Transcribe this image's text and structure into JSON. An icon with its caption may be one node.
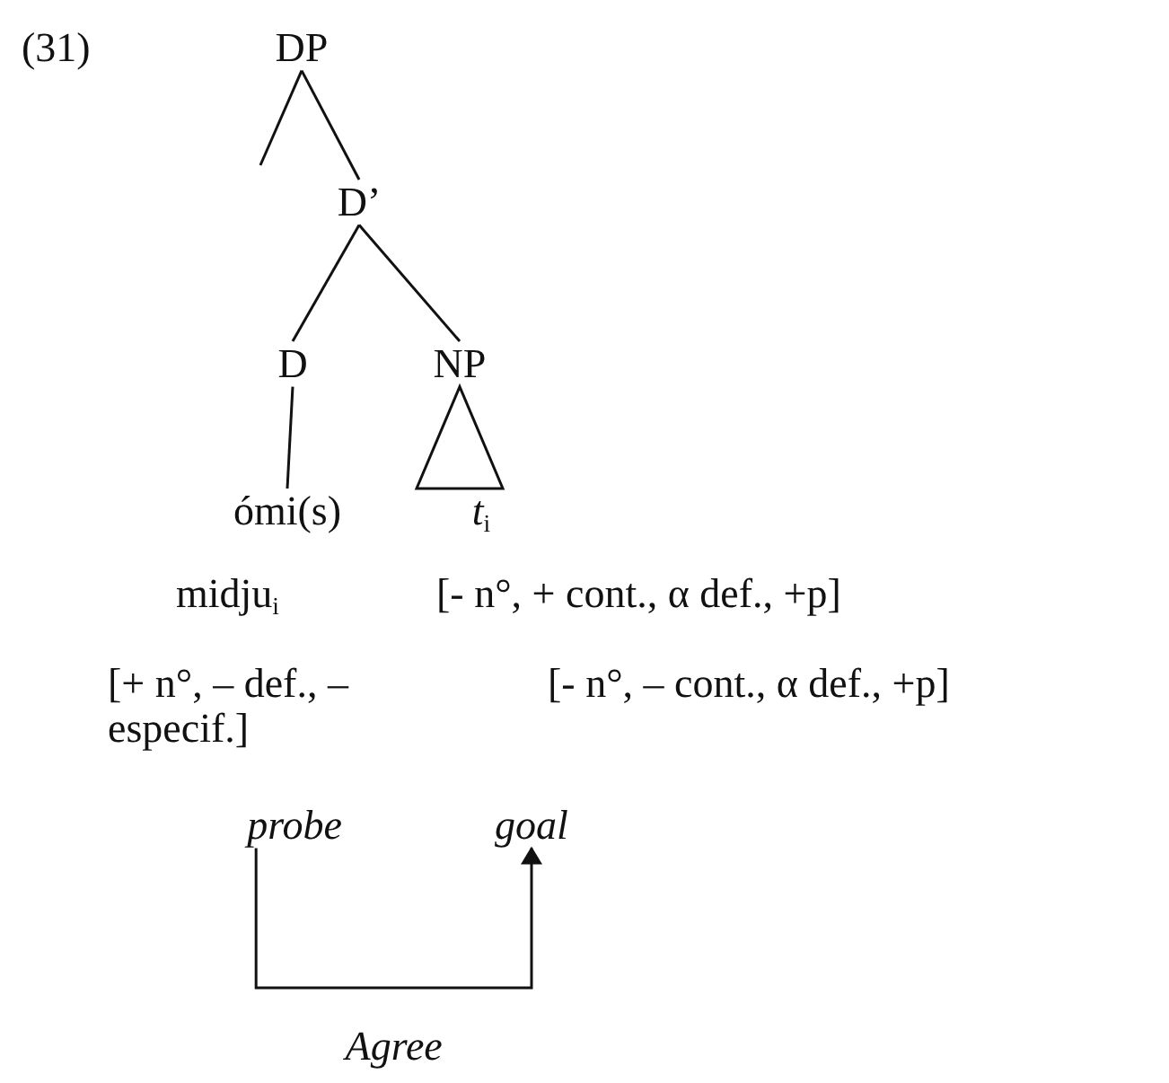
{
  "diagram": {
    "nodes": [
      {
        "text": [
          "DP"
        ]
      },
      {
        "text": [
          "D’"
        ]
      },
      {
        "text": [
          "D"
        ]
      },
      {
        "text": [
          "NP"
        ]
      },
      {
        "text": [
          "ómi(s)"
        ]
      },
      {
        "text": [
          "*t*$_{i}$"
        ]
      },
      {
        "text": [
          "probe"
        ]
      },
      {
        "text": [
          "goal"
        ]
      }
    ],
    "edges": [
      {
        "from": 0,
        "to": null,
        "arrow": "none"
      },
      {
        "from": 0,
        "to": 1,
        "arrow": "none"
      },
      {
        "from": 1,
        "to": 2,
        "arrow": "none"
      },
      {
        "from": 1,
        "to": 3,
        "arrow": "none"
      },
      {
        "from": 2,
        "to": 4,
        "arrow": "none"
      },
      {
        "from": 3,
        "to": 5,
        "arrow": "none"
      },
      {
        "from": 6,
        "to": 7,
        "arrow": "to",
        "label": "Agree"
      }
    ],
    "labels": [
      "(31)",
      "midju$_{i}$",
      "[- n°, + cont., α def., +p]",
      "[+ n°, – def., – especif.]",
      "[- n°, – cont., α def., +p]"
    ]
  }
}
